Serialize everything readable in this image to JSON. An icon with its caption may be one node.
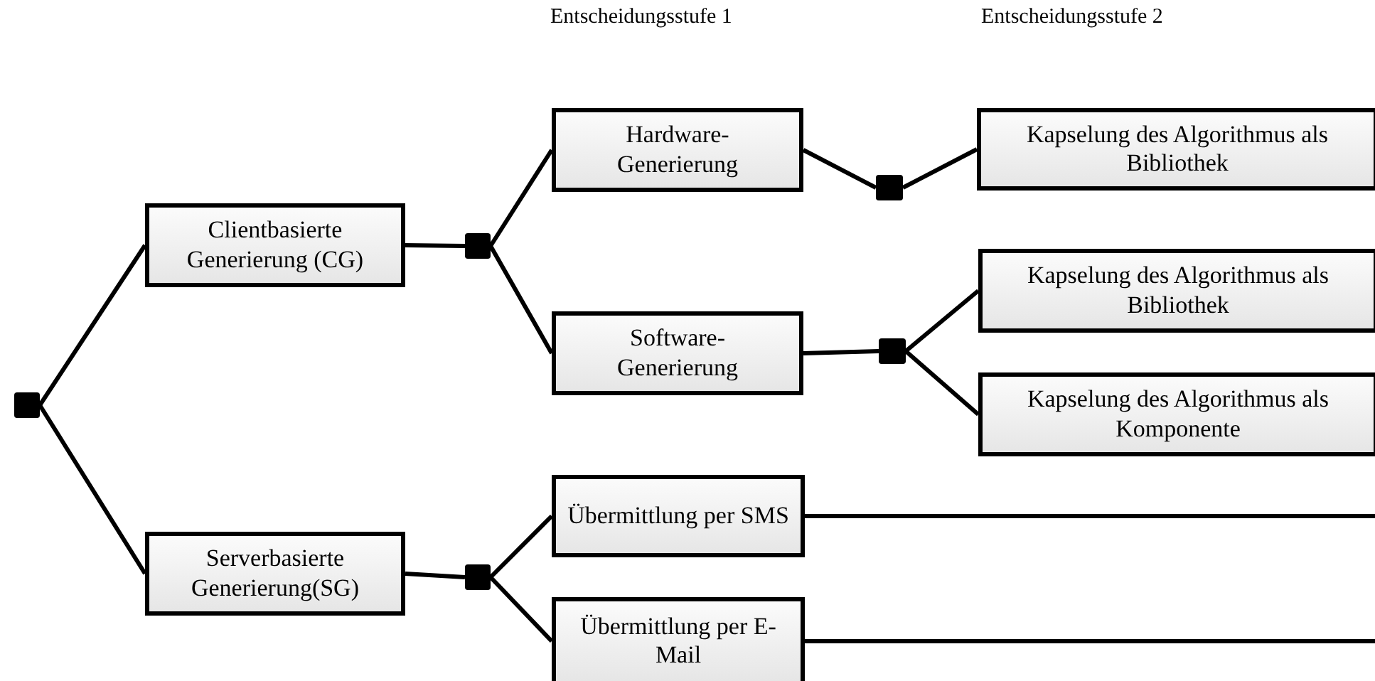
{
  "diagram": {
    "nodes": [
      {
        "text": [],
        "shape": "box"
      },
      {
        "text": [
          "Clientbasierte Generierung (CG)"
        ]
      },
      {
        "text": [
          "Serverbasierte Generierung(SG)"
        ]
      },
      {
        "text": [],
        "shape": "box"
      },
      {
        "text": [
          "Hardware- Generierung"
        ]
      },
      {
        "text": [
          "Software- Generierung"
        ]
      },
      {
        "text": [],
        "shape": "box"
      },
      {
        "text": [
          "Übermittlung per SMS"
        ]
      },
      {
        "text": [
          "Übermittlung per E-Mail"
        ]
      },
      {
        "text": [],
        "shape": "box"
      },
      {
        "text": [
          "Kapselung des Algorithmus als Bibliothek"
        ]
      },
      {
        "text": [],
        "shape": "box"
      },
      {
        "text": [
          "Kapselung des Algorithmus als Bibliothek"
        ]
      },
      {
        "text": [
          "Kapselung des Algorithmus als Komponente"
        ]
      }
    ],
    "edges": [
      {
        "from": 0,
        "to": 1,
        "arrow": "none"
      },
      {
        "from": 0,
        "to": 2,
        "arrow": "none"
      },
      {
        "from": 1,
        "to": 3,
        "arrow": "none"
      },
      {
        "from": 3,
        "to": 4,
        "arrow": "none"
      },
      {
        "from": 3,
        "to": 5,
        "arrow": "none"
      },
      {
        "from": 4,
        "to": 9,
        "arrow": "none"
      },
      {
        "from": 9,
        "to": 10,
        "arrow": "none"
      },
      {
        "from": 5,
        "to": 11,
        "arrow": "none"
      },
      {
        "from": 11,
        "to": 12,
        "arrow": "none"
      },
      {
        "from": 11,
        "to": 13,
        "arrow": "none"
      },
      {
        "from": 2,
        "to": 6,
        "arrow": "none"
      },
      {
        "from": 6,
        "to": 7,
        "arrow": "none"
      },
      {
        "from": 6,
        "to": 8,
        "arrow": "none"
      },
      {
        "from": 7,
        "to": null,
        "arrow": "none"
      },
      {
        "from": 8,
        "to": null,
        "arrow": "none"
      }
    ],
    "labels": [
      "Entscheidungsstufe 1",
      "Entscheidungsstufe 2"
    ]
  }
}
